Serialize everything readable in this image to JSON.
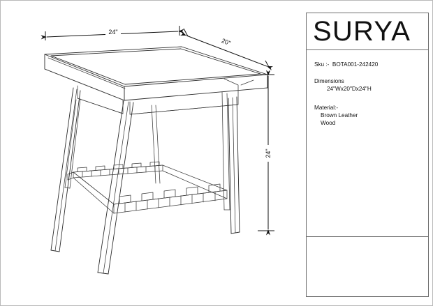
{
  "document": {
    "type": "furniture-spec-drawing",
    "title": "SURYA side table technical drawing"
  },
  "brand": {
    "logo_text": "SURYA"
  },
  "spec": {
    "sku_line": "Sku :-  BOTA001-242420",
    "dimensions_heading": "Dimensions",
    "dimensions_value": "24\"Wx20\"Dx24\"H",
    "material_heading": "Material:-",
    "material_items": [
      "Brown Leather",
      "Wood"
    ]
  },
  "dimension_callouts": {
    "width": "24\"",
    "depth": "20\"",
    "height": "24\""
  },
  "colors": {
    "line": "#2b2b2b",
    "frame": "#6e6e6e",
    "page_border": "#b9b9b9",
    "text": "#111111",
    "background": "#ffffff"
  }
}
